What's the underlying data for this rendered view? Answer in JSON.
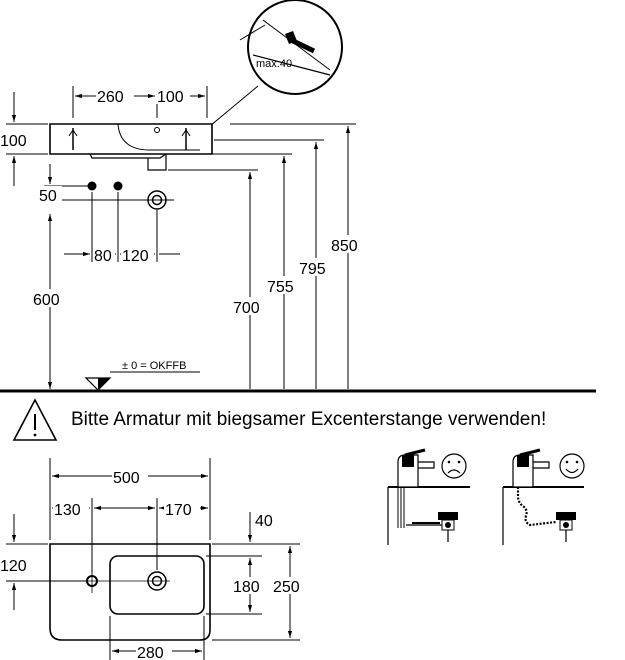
{
  "detail": {
    "screw_label": "max.40"
  },
  "elevation": {
    "dims": {
      "tap_offset": "260",
      "tap_spacing": "100",
      "rim_height": "100",
      "pipe_height": "50",
      "supply_spacing": "80",
      "drain_offset": "120",
      "supply_level": "600",
      "drain_level": "700",
      "underside_level": "755",
      "bowl_level": "795",
      "rim_level": "850"
    },
    "floor_ref": "± 0 = OKFFB"
  },
  "warning": {
    "text": "Bitte Armatur mit biegsamer Excenterstange verwenden!"
  },
  "plan": {
    "dims": {
      "width": "500",
      "tap_from_left": "130",
      "drain_from_tap": "170",
      "back_edge": "40",
      "tap_from_front": "120",
      "bowl_depth": "180",
      "total_depth": "250",
      "bowl_width": "280"
    }
  },
  "comparison": {
    "bad_face": "frowning-face-icon",
    "good_face": "smiling-face-icon"
  }
}
